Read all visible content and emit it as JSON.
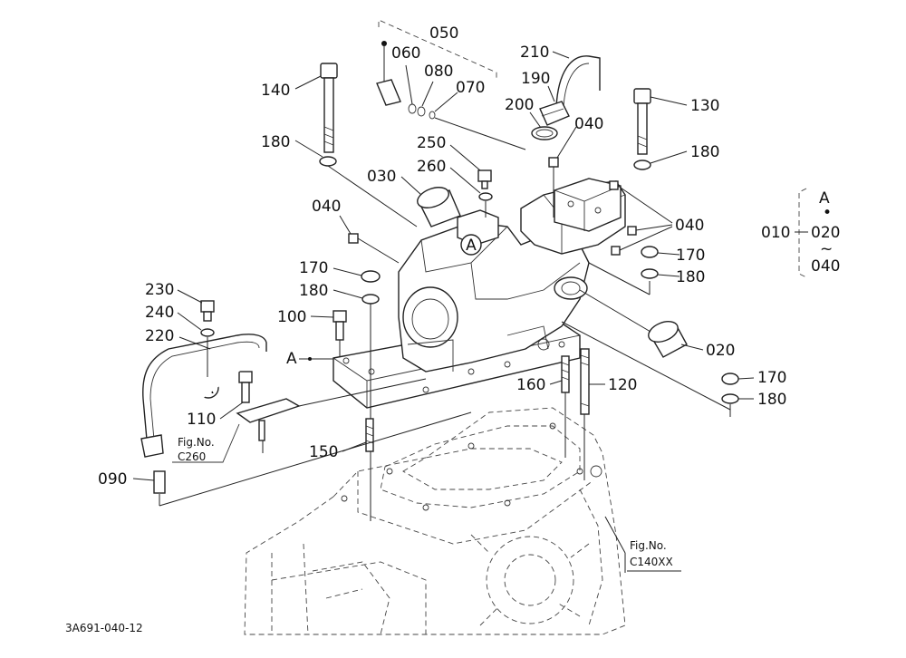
{
  "callouts": {
    "p050": "050",
    "p060": "060",
    "p080": "080",
    "p070": "070",
    "p210": "210",
    "p190": "190",
    "p200": "200",
    "p040_top": "040",
    "p140": "140",
    "p130": "130",
    "p180_left": "180",
    "p180_right_top": "180",
    "p250": "250",
    "p260": "260",
    "p030": "030",
    "p040_left": "040",
    "p040_right": "040",
    "p170_right": "170",
    "p180_right_mid": "180",
    "p170_mid": "170",
    "p180_mid": "180",
    "p230": "230",
    "p240": "240",
    "p220": "220",
    "p100": "100",
    "p020": "020",
    "p170_lower": "170",
    "p180_lower": "180",
    "p160": "160",
    "p120": "120",
    "p110": "110",
    "p150": "150",
    "p090": "090",
    "ref_a_top": "A",
    "ref_a_mid": "A",
    "ref_a_left": "A"
  },
  "set_group": {
    "code": "010",
    "ref": "A",
    "dot": "•",
    "from": "020",
    "tilde": "~",
    "to": "040"
  },
  "figure_refs": {
    "c260_line1": "Fig.No.",
    "c260_line2": "C260",
    "c140_line1": "Fig.No.",
    "c140_line2": "C140XX"
  },
  "diagram_id": "3A691-040-12"
}
